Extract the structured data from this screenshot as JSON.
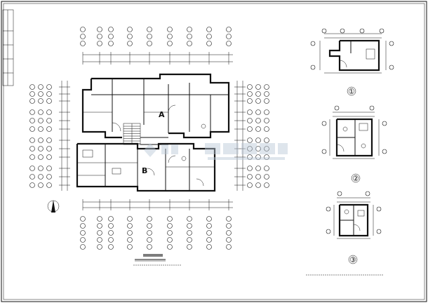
{
  "drawing": {
    "room_labels": [
      {
        "id": "zone-a",
        "text": "A"
      },
      {
        "id": "zone-b",
        "text": "B"
      }
    ],
    "detail_numbers": [
      {
        "id": "detail-1",
        "text": "①"
      },
      {
        "id": "detail-2",
        "text": "②"
      },
      {
        "id": "detail-3",
        "text": "③"
      }
    ],
    "watermark": "土木在线",
    "colors": {
      "ink": "#111111",
      "paper": "#ffffff",
      "watermark": "#b8c7d6"
    }
  }
}
